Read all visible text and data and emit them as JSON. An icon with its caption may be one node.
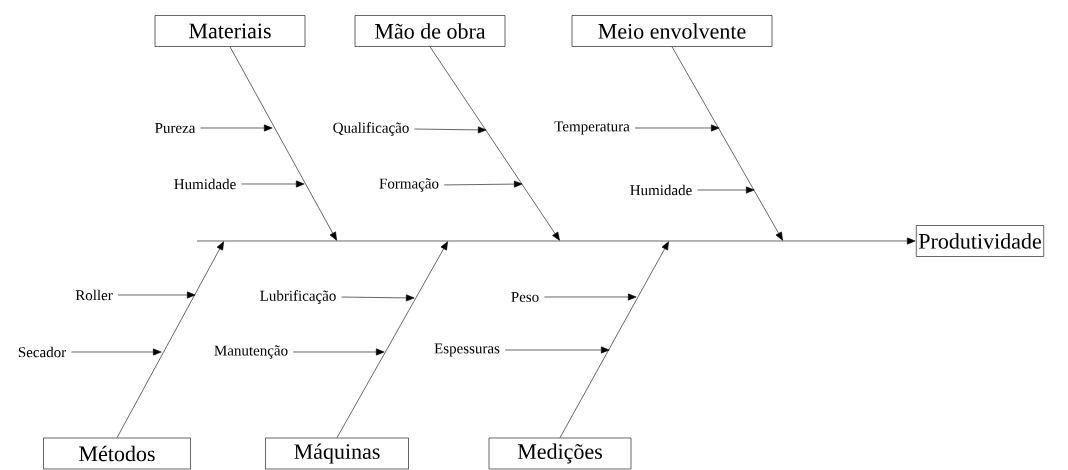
{
  "diagram": {
    "nodes": [
      {
        "text": [
          "Materiais"
        ]
      },
      {
        "text": [
          "Mão de obra"
        ]
      },
      {
        "text": [
          "Meio envolvente"
        ]
      },
      {
        "text": [
          "Pureza"
        ]
      },
      {
        "text": [
          "Qualificação"
        ]
      },
      {
        "text": [
          "Temperatura"
        ]
      },
      {
        "text": [
          "Humidade"
        ]
      },
      {
        "text": [
          "Formação"
        ]
      },
      {
        "text": [
          "Humidade"
        ]
      },
      {
        "text": [
          "Produtividade"
        ]
      },
      {
        "text": [
          "Roller"
        ]
      },
      {
        "text": [
          "Lubrificação"
        ]
      },
      {
        "text": [
          "Peso"
        ]
      },
      {
        "text": [
          "Secador"
        ]
      },
      {
        "text": [
          "Manutenção"
        ]
      },
      {
        "text": [
          "Espessuras"
        ]
      },
      {
        "text": [
          "Métodos"
        ]
      },
      {
        "text": [
          "Máquinas"
        ]
      },
      {
        "text": [
          "Medições"
        ]
      }
    ],
    "edges": [
      {
        "from": null,
        "to": 9,
        "arrow": "to"
      },
      {
        "from": 0,
        "to": null,
        "arrow": "to"
      },
      {
        "from": 1,
        "to": null,
        "arrow": "to"
      },
      {
        "from": 2,
        "to": null,
        "arrow": "to"
      },
      {
        "from": 16,
        "to": null,
        "arrow": "to"
      },
      {
        "from": 17,
        "to": null,
        "arrow": "to"
      },
      {
        "from": 18,
        "to": null,
        "arrow": "to"
      },
      {
        "from": 3,
        "to": null,
        "arrow": "to"
      },
      {
        "from": 6,
        "to": null,
        "arrow": "to"
      },
      {
        "from": 4,
        "to": null,
        "arrow": "to"
      },
      {
        "from": 7,
        "to": null,
        "arrow": "to"
      },
      {
        "from": 5,
        "to": null,
        "arrow": "to"
      },
      {
        "from": 8,
        "to": null,
        "arrow": "to"
      },
      {
        "from": 10,
        "to": null,
        "arrow": "to"
      },
      {
        "from": 13,
        "to": null,
        "arrow": "to"
      },
      {
        "from": 11,
        "to": null,
        "arrow": "to"
      },
      {
        "from": 14,
        "to": null,
        "arrow": "to"
      },
      {
        "from": 12,
        "to": null,
        "arrow": "to"
      },
      {
        "from": 15,
        "to": null,
        "arrow": "to"
      }
    ]
  }
}
